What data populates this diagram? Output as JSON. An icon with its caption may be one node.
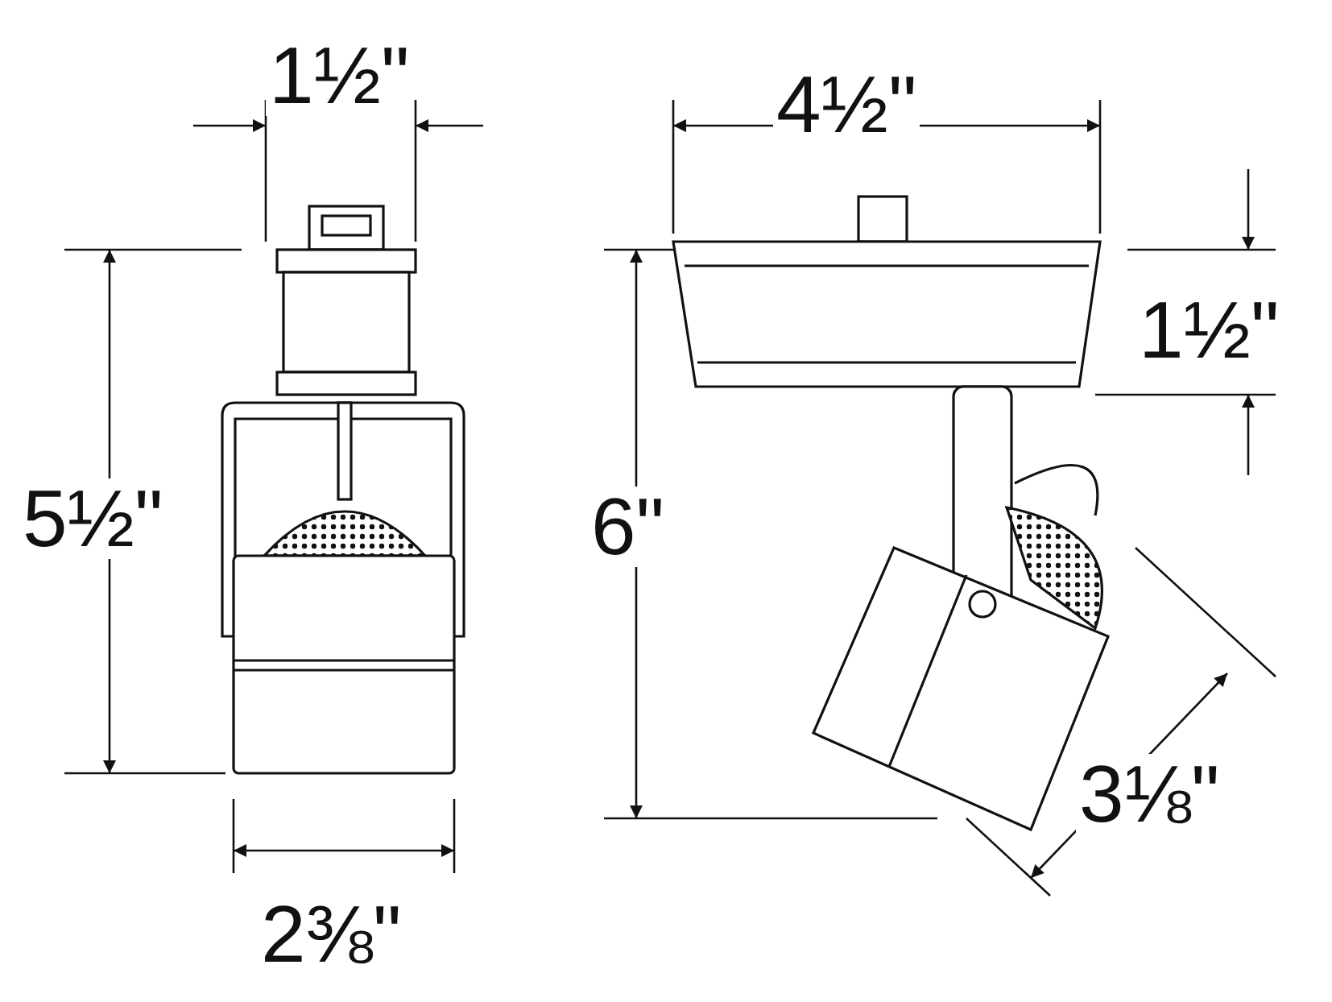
{
  "diagram": {
    "labels": [
      "1½\"",
      "4½\"",
      "1½\"",
      "5½\"",
      "6\"",
      "3⅛\"",
      "2⅜\""
    ]
  }
}
